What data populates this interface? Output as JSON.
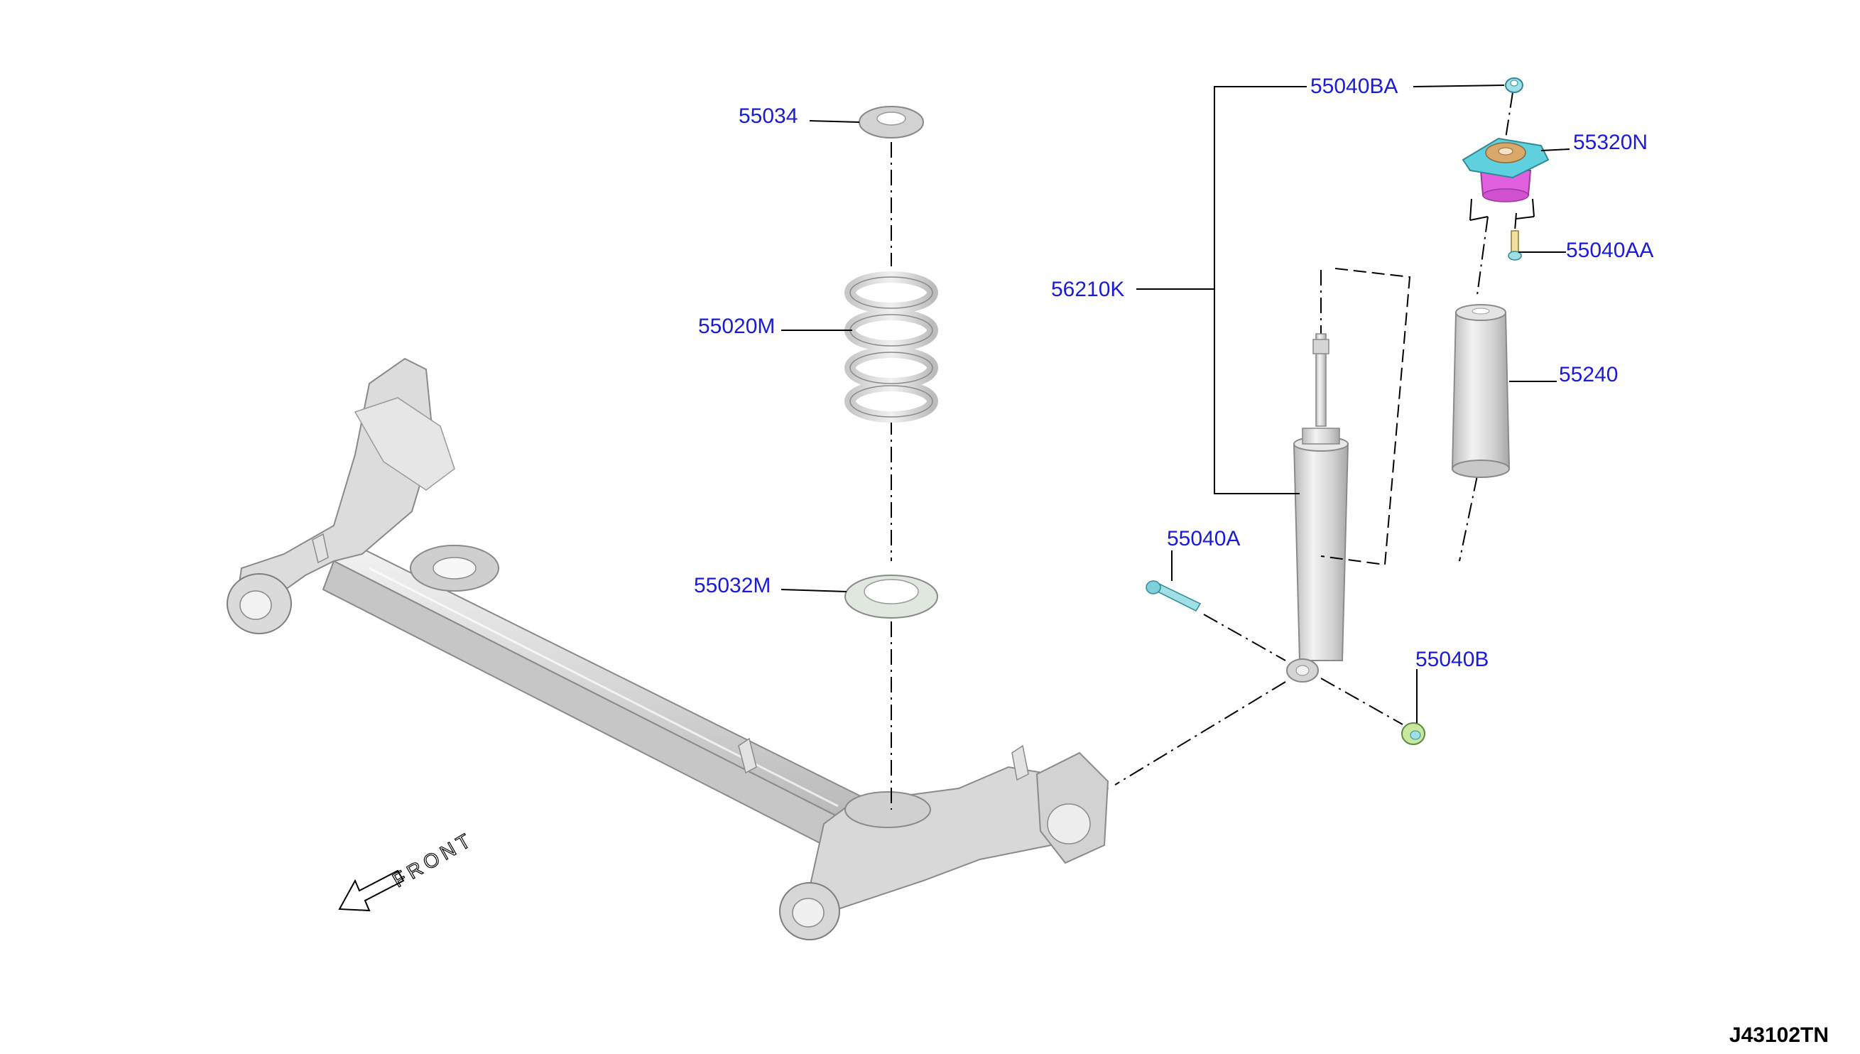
{
  "diagram_code": "J43102TN",
  "front_label": "FRONT",
  "parts": {
    "p55034": "55034",
    "p55020M": "55020M",
    "p55032M": "55032M",
    "p55040BA": "55040BA",
    "p55320N": "55320N",
    "p55040AA": "55040AA",
    "p56210K": "56210K",
    "p55240": "55240",
    "p55040A": "55040A",
    "p55040B": "55040B"
  },
  "colors": {
    "label_blue": "#1a1adb",
    "mount_magenta": "#e060e0",
    "mount_cyan": "#5fd0dd",
    "mount_tan": "#d9a86a",
    "part_gray": "#d0d0d0"
  }
}
